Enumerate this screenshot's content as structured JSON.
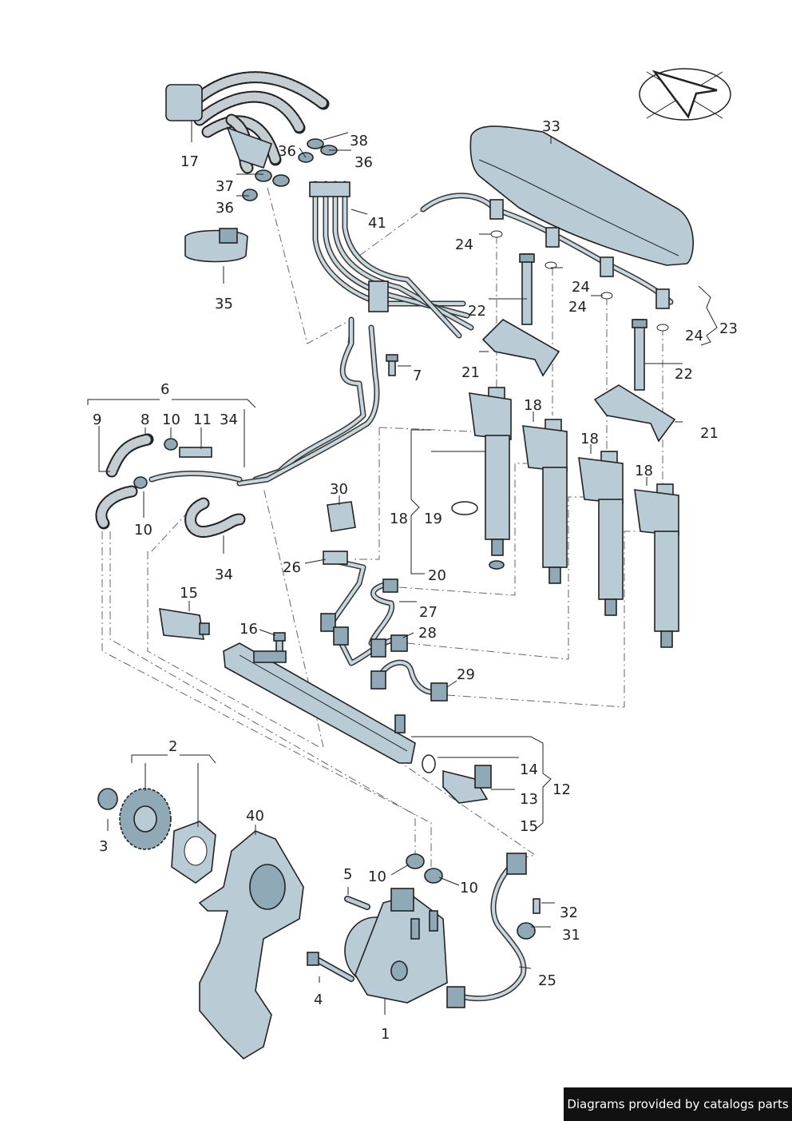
{
  "callouts": [
    {
      "id": "c17",
      "text": "17"
    },
    {
      "id": "c38",
      "text": "38"
    },
    {
      "id": "c36a",
      "text": "36"
    },
    {
      "id": "c36b",
      "text": "36"
    },
    {
      "id": "c37",
      "text": "37"
    },
    {
      "id": "c36c",
      "text": "36"
    },
    {
      "id": "c41",
      "text": "41"
    },
    {
      "id": "c35",
      "text": "35"
    },
    {
      "id": "c33",
      "text": "33"
    },
    {
      "id": "c24a",
      "text": "24"
    },
    {
      "id": "c24b",
      "text": "24"
    },
    {
      "id": "c24c",
      "text": "24"
    },
    {
      "id": "c24d",
      "text": "24"
    },
    {
      "id": "c23",
      "text": "23"
    },
    {
      "id": "c22a",
      "text": "22"
    },
    {
      "id": "c22b",
      "text": "22"
    },
    {
      "id": "c21a",
      "text": "21"
    },
    {
      "id": "c21b",
      "text": "21"
    },
    {
      "id": "c7",
      "text": "7"
    },
    {
      "id": "c6",
      "text": "6"
    },
    {
      "id": "c9",
      "text": "9"
    },
    {
      "id": "c8",
      "text": "8"
    },
    {
      "id": "c10a",
      "text": "10"
    },
    {
      "id": "c11",
      "text": "11"
    },
    {
      "id": "c34a",
      "text": "34"
    },
    {
      "id": "c10b",
      "text": "10"
    },
    {
      "id": "c34b",
      "text": "34"
    },
    {
      "id": "c18a",
      "text": "18"
    },
    {
      "id": "c18b",
      "text": "18"
    },
    {
      "id": "c18c",
      "text": "18"
    },
    {
      "id": "c18d",
      "text": "18"
    },
    {
      "id": "c19",
      "text": "19"
    },
    {
      "id": "c20",
      "text": "20"
    },
    {
      "id": "c30",
      "text": "30"
    },
    {
      "id": "c26",
      "text": "26"
    },
    {
      "id": "c27",
      "text": "27"
    },
    {
      "id": "c28",
      "text": "28"
    },
    {
      "id": "c29",
      "text": "29"
    },
    {
      "id": "c15a",
      "text": "15"
    },
    {
      "id": "c16",
      "text": "16"
    },
    {
      "id": "c14",
      "text": "14"
    },
    {
      "id": "c13",
      "text": "13"
    },
    {
      "id": "c12",
      "text": "12"
    },
    {
      "id": "c15b",
      "text": "15"
    },
    {
      "id": "c2",
      "text": "2"
    },
    {
      "id": "c3",
      "text": "3"
    },
    {
      "id": "c40",
      "text": "40"
    },
    {
      "id": "c5",
      "text": "5"
    },
    {
      "id": "c10c",
      "text": "10"
    },
    {
      "id": "c10d",
      "text": "10"
    },
    {
      "id": "c32",
      "text": "32"
    },
    {
      "id": "c31",
      "text": "31"
    },
    {
      "id": "c25",
      "text": "25"
    },
    {
      "id": "c4",
      "text": "4"
    },
    {
      "id": "c1",
      "text": "1"
    }
  ],
  "credit": "Diagrams provided by catalogs parts",
  "colors": {
    "part": "#b9ccd6",
    "part_dark": "#8fa9b6",
    "line": "#222222",
    "credit_bg": "#111111"
  },
  "icons": [
    "direction-arrow-icon"
  ]
}
